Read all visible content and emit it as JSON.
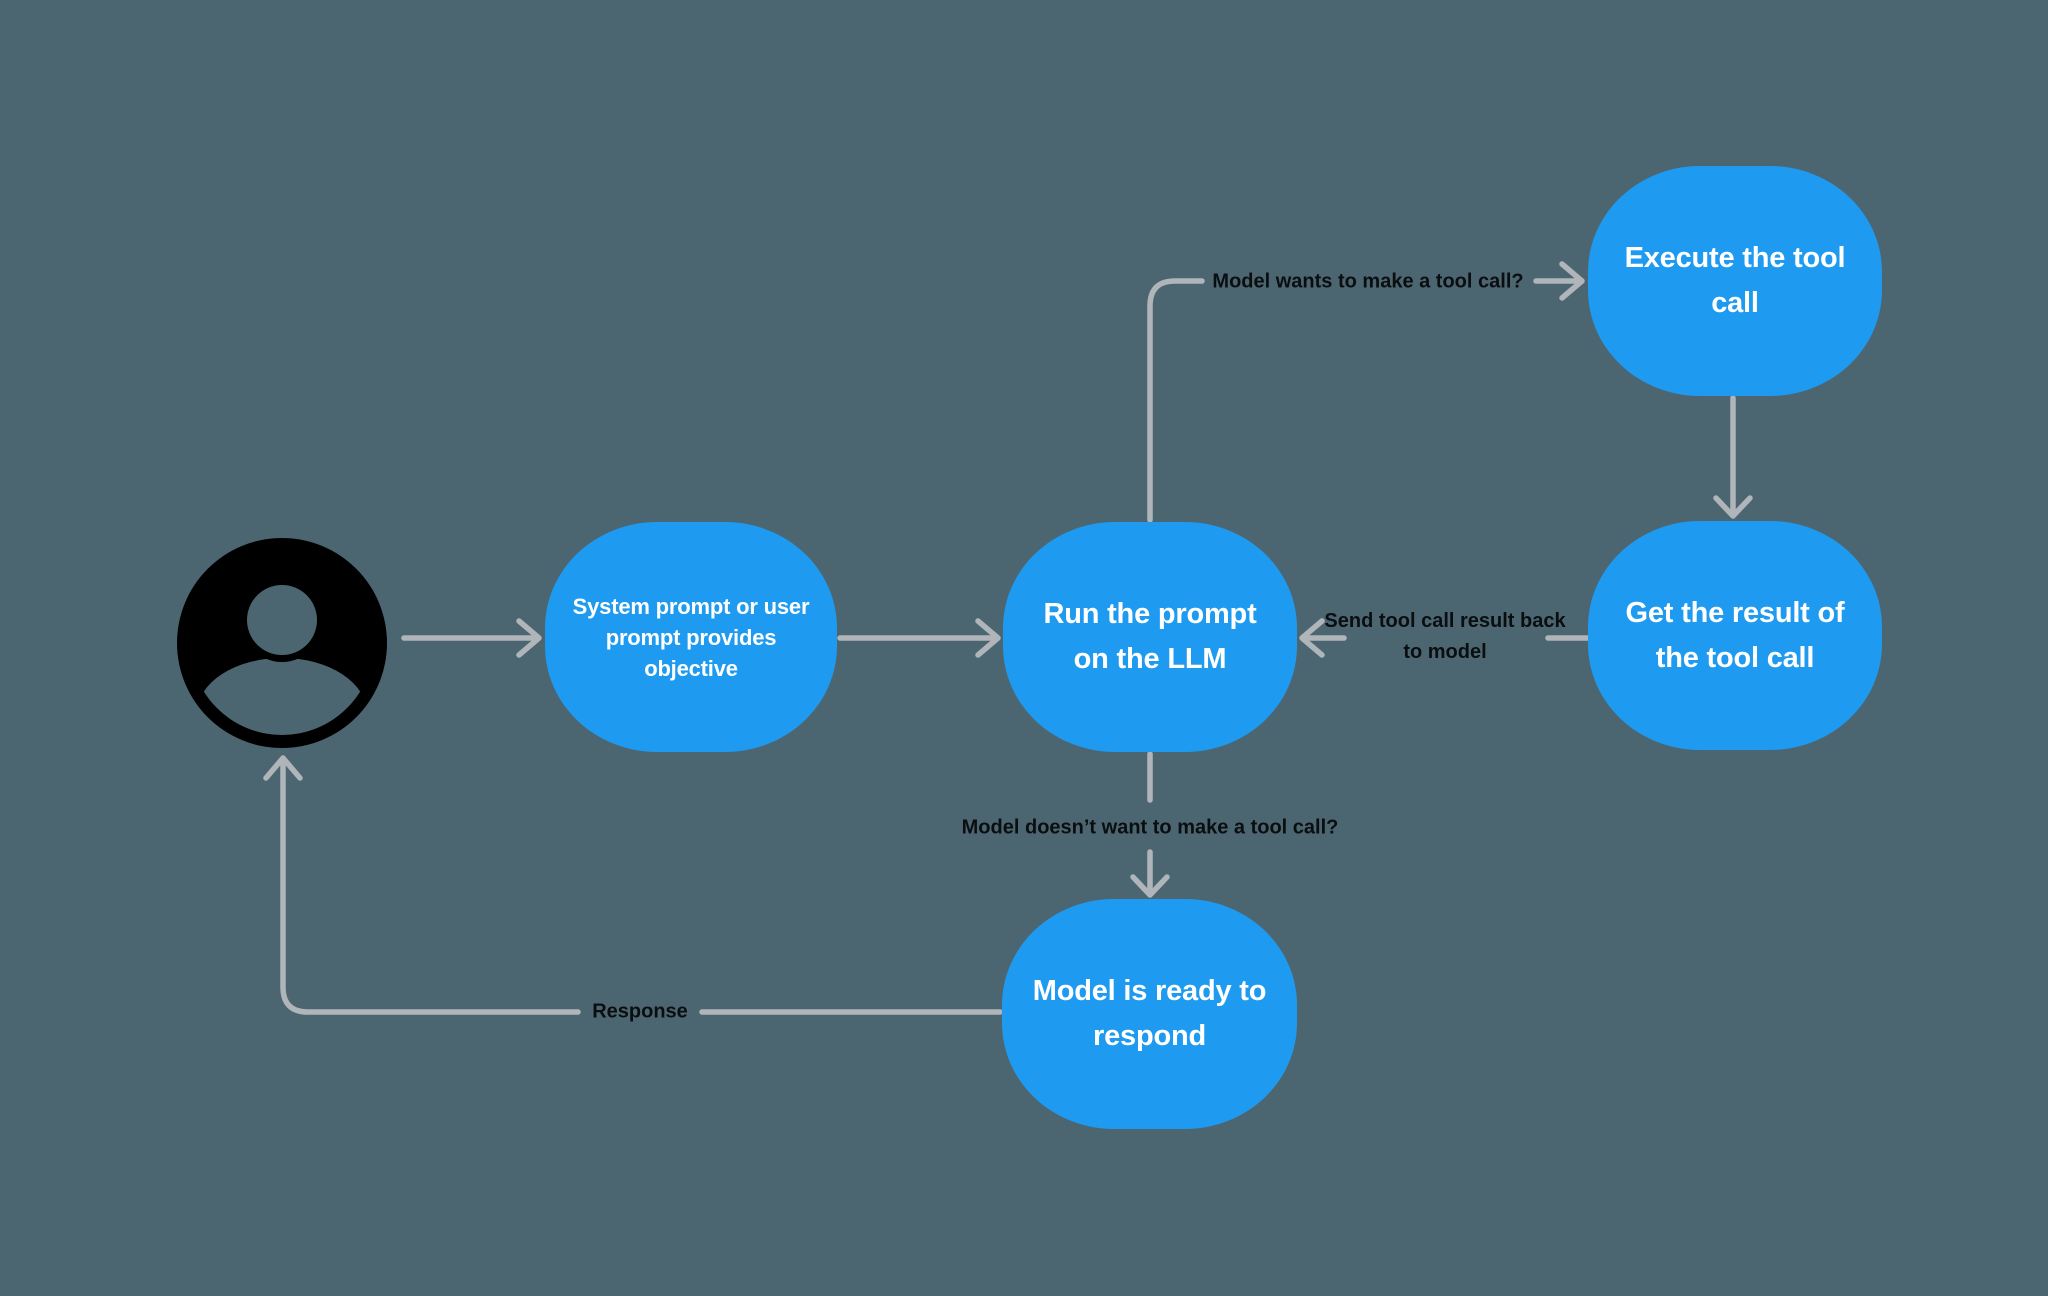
{
  "title": "LLM tool calling loop diagram",
  "colors": {
    "background": "#4C6671",
    "node_fill": "#1E9BF0",
    "node_text": "#FFFFFF",
    "connector": "#B0B5BA",
    "label_text": "#0B0E10",
    "user_icon": "#000000"
  },
  "nodes": [
    {
      "id": "user",
      "icon": "user-avatar-icon",
      "label": ""
    },
    {
      "id": "prompt",
      "label": "System prompt or user prompt provides objective"
    },
    {
      "id": "run",
      "label": "Run the prompt on the LLM"
    },
    {
      "id": "execute",
      "label": "Execute the tool call"
    },
    {
      "id": "result",
      "label": "Get the result of the tool call"
    },
    {
      "id": "respond",
      "label": "Model is ready to respond"
    }
  ],
  "edges": [
    {
      "from": "user",
      "to": "prompt",
      "label": ""
    },
    {
      "from": "prompt",
      "to": "run",
      "label": ""
    },
    {
      "from": "run",
      "to": "execute",
      "label": "Model wants to make a tool call?"
    },
    {
      "from": "execute",
      "to": "result",
      "label": ""
    },
    {
      "from": "result",
      "to": "run",
      "label": "Send tool call result back to model"
    },
    {
      "from": "run",
      "to": "respond",
      "label": "Model doesn’t want to make a tool call?"
    },
    {
      "from": "respond",
      "to": "user",
      "label": "Response"
    }
  ]
}
